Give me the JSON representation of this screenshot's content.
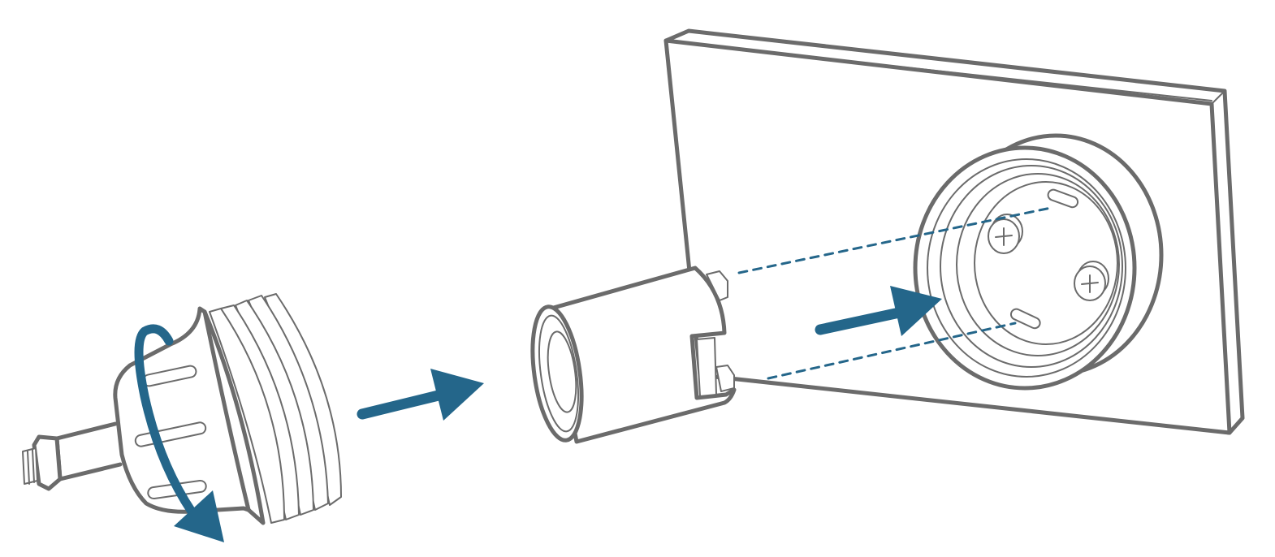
{
  "colors": {
    "accent": "#24668a",
    "outline": "#6b6b6b",
    "background": "#ffffff"
  },
  "figure": {
    "steps": [
      {
        "part": "threaded-adapter",
        "action": "rotate"
      },
      {
        "part": "cylinder-module",
        "action": "push-onto-mount"
      }
    ],
    "icons": [
      "rotate-arrow-icon",
      "right-arrow-icon",
      "insert-arrow-icon"
    ]
  }
}
